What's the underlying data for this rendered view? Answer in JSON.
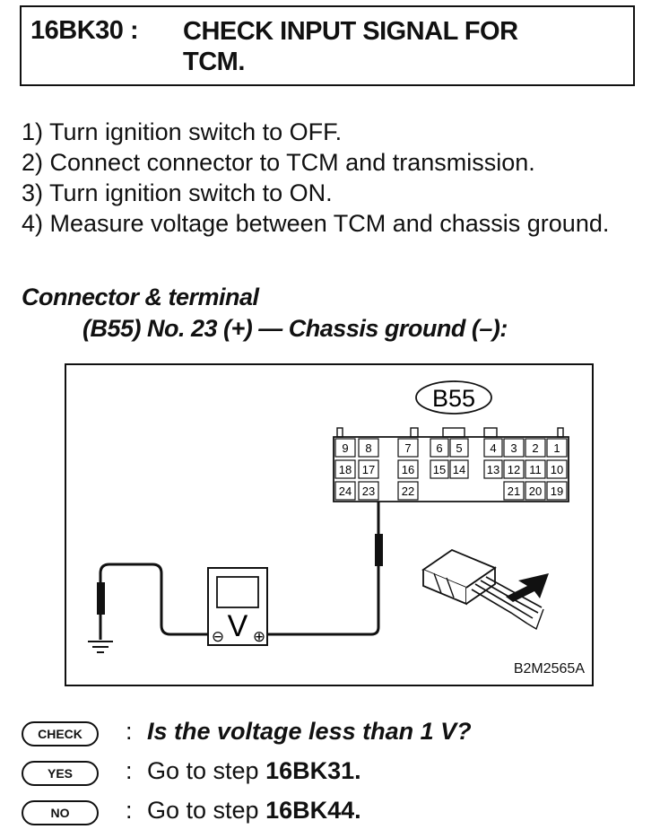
{
  "header": {
    "step_code": "16BK30 :",
    "title_line1": "CHECK INPUT SIGNAL FOR",
    "title_line2": "TCM."
  },
  "instructions": [
    "1)  Turn ignition switch to OFF.",
    "2)  Connect connector to TCM and transmission.",
    "3)  Turn ignition switch to ON.",
    "4)  Measure voltage between TCM and chassis ground."
  ],
  "connector": {
    "heading": "Connector & terminal",
    "spec": "(B55) No. 23 (+) — Chassis ground (–):"
  },
  "figure": {
    "connector_label": "B55",
    "terminal_rows": [
      [
        "9",
        "8",
        "7",
        "6",
        "5",
        "4",
        "3",
        "2",
        "1"
      ],
      [
        "18",
        "17",
        "16",
        "15",
        "14",
        "13",
        "12",
        "11",
        "10"
      ],
      [
        "24",
        "23",
        "22",
        "21",
        "20",
        "19"
      ]
    ],
    "meter_symbol": "V",
    "meter_negative": "⊖",
    "meter_positive": "⊕",
    "figure_code": "B2M2565A"
  },
  "answers": {
    "check_badge": "CHECK",
    "check_question": "Is the voltage less than 1 V?",
    "yes_badge": "YES",
    "yes_prefix": "Go to step ",
    "yes_target": "16BK31.",
    "no_badge": "NO",
    "no_prefix": "Go to step ",
    "no_target": "16BK44.",
    "colon": ":"
  }
}
